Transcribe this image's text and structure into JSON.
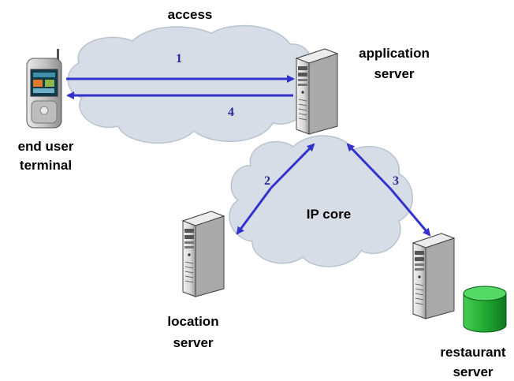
{
  "colors": {
    "cloud_fill": "#d6dde6",
    "cloud_stroke": "#b8c3d0",
    "arrow": "#3333cc",
    "server_body": "#d9d9d9",
    "db": "#22aa33"
  },
  "labels": {
    "access": "access",
    "application_server": [
      "application",
      "server"
    ],
    "end_user_terminal": [
      "end user",
      "terminal"
    ],
    "ip_core": "IP core",
    "location_server": [
      "location",
      "server"
    ],
    "restaurant_server": [
      "restaurant",
      "server"
    ]
  },
  "steps": {
    "s1": "1",
    "s2": "2",
    "s3": "3",
    "s4": "4"
  },
  "icons": {
    "phone": "mobile-phone-icon",
    "server": "tower-server-icon",
    "database": "database-cylinder-icon"
  }
}
